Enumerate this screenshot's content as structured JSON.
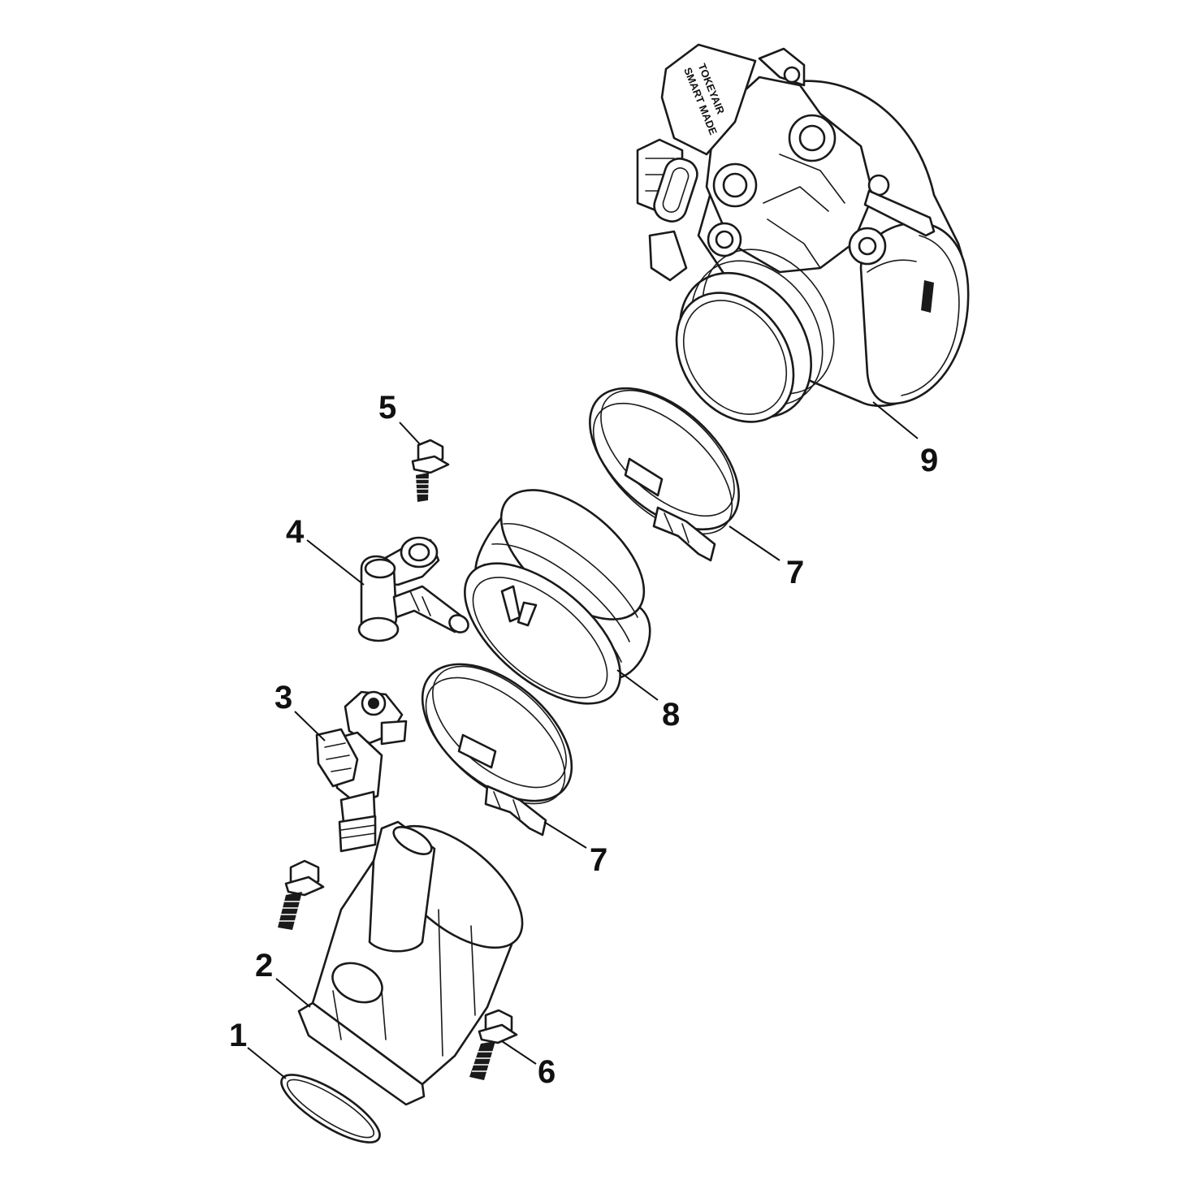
{
  "callouts": [
    {
      "id": "1",
      "part": "o-ring"
    },
    {
      "id": "2",
      "part": "intake-manifold"
    },
    {
      "id": "3",
      "part": "fuel-injector"
    },
    {
      "id": "4",
      "part": "fuel-fitting"
    },
    {
      "id": "5",
      "part": "bolt"
    },
    {
      "id": "6",
      "part": "bolt"
    },
    {
      "id": "7a",
      "label": "7",
      "part": "hose-clamp"
    },
    {
      "id": "7b",
      "label": "7",
      "part": "hose-clamp"
    },
    {
      "id": "8",
      "part": "rubber-intake-boot"
    },
    {
      "id": "9",
      "part": "throttle-body"
    }
  ],
  "throttle_body": {
    "brand_line1": "TOKEYAIR",
    "brand_line2": "SMART MADE"
  },
  "labels": {
    "c1": "1",
    "c2": "2",
    "c3": "3",
    "c4": "4",
    "c5": "5",
    "c6": "6",
    "c7a": "7",
    "c7b": "7",
    "c8": "8",
    "c9": "9"
  }
}
